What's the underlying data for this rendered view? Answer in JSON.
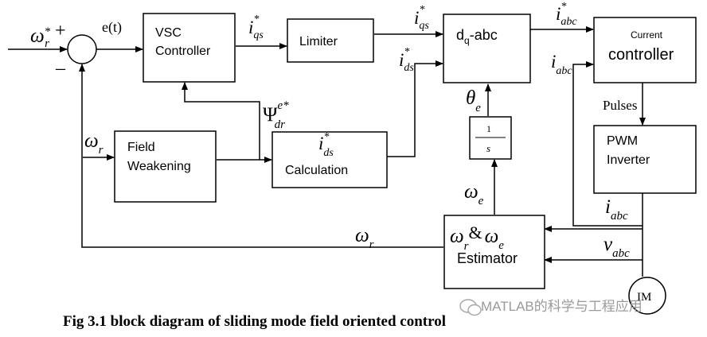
{
  "diagram": {
    "ref_speed": {
      "sym": "ω",
      "sub": "r",
      "sup": "*"
    },
    "plus_sign": "+",
    "minus_sign": "–",
    "error_label": "e(t)",
    "blocks": {
      "vsc": {
        "line1": "VSC",
        "line2": "Controller"
      },
      "limiter": {
        "label": "Limiter"
      },
      "dq_abc": {
        "main": "d",
        "sub": "q",
        "rest": "-abc"
      },
      "current_controller": {
        "line1": "Current",
        "line2": "controller"
      },
      "field_weakening": {
        "line1": "Field",
        "line2": "Weakening"
      },
      "ids_calc": {
        "sym": "i",
        "sup": "*",
        "sub": "ds",
        "line2": "Calculation"
      },
      "integrator": {
        "num": "1",
        "den": "s"
      },
      "pwm": {
        "line1": "PWM",
        "line2": "Inverter"
      },
      "estimator": {
        "sym1": "ω",
        "sub1": "r",
        "amp": "&",
        "sym2": "ω",
        "sub2": "e",
        "line2": "Estimator"
      },
      "motor": {
        "label": "IM"
      }
    },
    "signals": {
      "iqs_star_1": {
        "sym": "i",
        "sup": "*",
        "sub": "qs"
      },
      "iqs_star_2": {
        "sym": "i",
        "sup": "*",
        "sub": "qs"
      },
      "ids_star": {
        "sym": "i",
        "sup": "*",
        "sub": "ds"
      },
      "iabc_star": {
        "sym": "i",
        "sup": "*",
        "sub": "abc"
      },
      "iabc_fb": {
        "sym": "i",
        "sub": "abc"
      },
      "psi": {
        "sym": "Ψ",
        "sup": "e*",
        "sub": "dr"
      },
      "theta": {
        "sym": "θ",
        "sub": "e"
      },
      "omega_e": {
        "sym": "ω",
        "sub": "e"
      },
      "omega_r_fw": {
        "sym": "ω",
        "sub": "r"
      },
      "omega_r_fb": {
        "sym": "ω",
        "sub": "r"
      },
      "pulses": "Pulses",
      "iabc_meas": {
        "sym": "i",
        "sub": "abc"
      },
      "vabc_meas": {
        "sym": "v",
        "sub": "abc"
      }
    },
    "caption": "Fig 3.1 block diagram of sliding mode field oriented control"
  },
  "watermark": {
    "text": "MATLAB的科学与工程应用",
    "icon": "wechat-icon"
  }
}
